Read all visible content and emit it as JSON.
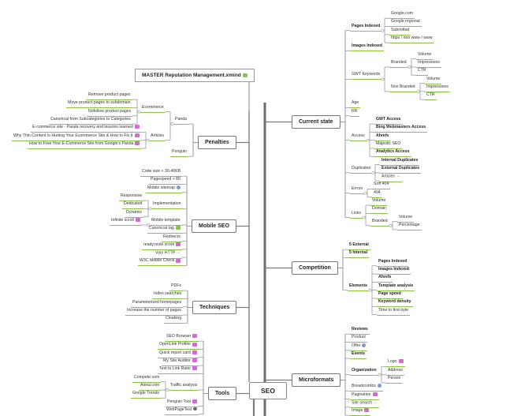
{
  "master": "MASTER Reputation Management.xmind",
  "root": "SEO",
  "left": [
    {
      "title": "Penalties",
      "children": [
        {
          "label": "Panda",
          "children": [
            {
              "label": "Ecommerce",
              "children": [
                {
                  "label": "Remove product pages"
                },
                {
                  "label": "Move product pages to subdomain"
                },
                {
                  "label": "Nofollow product pages"
                },
                {
                  "label": "Canonical from Subcategories to Categories"
                }
              ]
            },
            {
              "label": "Articles",
              "children": [
                {
                  "label": "E-commerce site - Panda recovery and lessons learned",
                  "icon": "attach-icon"
                },
                {
                  "label": "Why Thin Content Is Hurting Your Ecommerce Site & How to Fix It",
                  "icon": "attach-icon"
                },
                {
                  "label": "How to Free Your E-Commerce Site from Google's Panda",
                  "icon": "attach-icon"
                }
              ]
            }
          ]
        },
        {
          "label": "Penguin"
        }
      ]
    },
    {
      "title": "Mobile SEO",
      "children": [
        {
          "label": "Code size < 30-40KB"
        },
        {
          "label": "Pagespeed > 80"
        },
        {
          "label": "Mobile sitemap",
          "icon": "gear-icon"
        },
        {
          "label": "Implementation",
          "children": [
            {
              "label": "Responsive"
            },
            {
              "label": "Dedicated"
            },
            {
              "label": "Dynamic"
            }
          ]
        },
        {
          "label": "Mobile template",
          "children": [
            {
              "label": "Infinite scroll",
              "icon": "attach-icon"
            }
          ]
        },
        {
          "label": "Canonical tag",
          "icon": "note-icon"
        },
        {
          "label": "Redirects"
        },
        {
          "label": "ready.mobi score",
          "icon": "attach-icon"
        },
        {
          "label": "Vary HTTP",
          "icon": "link-icon"
        },
        {
          "label": "W3C Mobile Check",
          "icon": "attach-icon"
        }
      ]
    },
    {
      "title": "Techniques",
      "children": [
        {
          "label": "PDFs"
        },
        {
          "label": "Index searches"
        },
        {
          "label": "Parameterized homepages"
        },
        {
          "label": "Increase the number of pages"
        },
        {
          "label": "Cloaking"
        }
      ]
    },
    {
      "title": "Tools",
      "children": [
        {
          "label": "SEO Browser",
          "icon": "attach-icon"
        },
        {
          "label": "OpenLink Profiler",
          "icon": "attach-icon"
        },
        {
          "label": "Quick report card",
          "icon": "attach-icon"
        },
        {
          "label": "My Site Auditor",
          "icon": "attach-icon"
        },
        {
          "label": "Text to Link Ratio",
          "icon": "attach-icon"
        },
        {
          "label": "Traffic analysis",
          "children": [
            {
              "label": "Compete.com"
            },
            {
              "label": "Alexa.com"
            },
            {
              "label": "Google Trends"
            }
          ]
        },
        {
          "label": "Penguin Tool",
          "icon": "attach-icon"
        },
        {
          "label": "WebPageTest",
          "icon": "camera-icon"
        }
      ]
    }
  ],
  "right": [
    {
      "title": "Current state",
      "children": [
        {
          "label": "Pages Indexed",
          "bold": true,
          "children": [
            {
              "label": "Google.com"
            },
            {
              "label": "Google regional"
            },
            {
              "label": "Submitted"
            },
            {
              "label": "https / non www / www"
            }
          ]
        },
        {
          "label": "Images Indexed",
          "bold": true
        },
        {
          "label": "GWT Keywords",
          "children": [
            {
              "label": "Branded",
              "children": [
                {
                  "label": "Volume"
                },
                {
                  "label": "Impressions"
                },
                {
                  "label": "CTR"
                }
              ]
            },
            {
              "label": "Non Branded",
              "children": [
                {
                  "label": "Volume"
                },
                {
                  "label": "Impressions"
                },
                {
                  "label": "CTR"
                }
              ]
            }
          ]
        },
        {
          "label": "Age"
        },
        {
          "label": "RR"
        },
        {
          "label": "Access",
          "children": [
            {
              "label": "GWT Access",
              "bold": true
            },
            {
              "label": "Bing Webmasters Access",
              "bold": true
            },
            {
              "label": "Ahrefs",
              "bold": true
            },
            {
              "label": "Majestic SEO"
            },
            {
              "label": "Analytics Access",
              "bold": true
            }
          ]
        },
        {
          "label": "Duplicates",
          "children": [
            {
              "label": "Internal Duplicates",
              "bold": true
            },
            {
              "label": "External Duplicates",
              "bold": true
            },
            {
              "label": "Articles",
              "icon": "link-icon"
            }
          ]
        },
        {
          "label": "Errors",
          "children": [
            {
              "label": "Soft 404"
            },
            {
              "label": "404"
            }
          ]
        },
        {
          "label": "Links",
          "children": [
            {
              "label": "Volume"
            },
            {
              "label": "Domain"
            },
            {
              "label": "Branded",
              "children": [
                {
                  "label": "Volume"
                },
                {
                  "label": "Percentage"
                }
              ]
            }
          ]
        }
      ]
    },
    {
      "title": "Competition",
      "children": [
        {
          "label": "5 External",
          "bold": true
        },
        {
          "label": "5 Internal",
          "bold": true
        },
        {
          "label": "Elements",
          "bold": true,
          "children": [
            {
              "label": "Pages Indexed",
              "bold": true
            },
            {
              "label": "Images Indexed",
              "bold": true
            },
            {
              "label": "Ahrefs",
              "bold": true
            },
            {
              "label": "Template analysis",
              "bold": true
            },
            {
              "label": "Page speed",
              "bold": true
            },
            {
              "label": "Keyword density",
              "bold": true
            },
            {
              "label": "Time to first byte"
            }
          ]
        }
      ]
    },
    {
      "title": "Microformats",
      "children": [
        {
          "label": "Reviews",
          "bold": true
        },
        {
          "label": "Product"
        },
        {
          "label": "Offer",
          "icon": "gear-icon"
        },
        {
          "label": "Events",
          "bold": true
        },
        {
          "label": "Organization",
          "bold": true,
          "children": [
            {
              "label": "Logo",
              "icon": "attach-icon"
            },
            {
              "label": "Address"
            },
            {
              "label": "Person"
            }
          ]
        },
        {
          "label": "Breadcrumbs",
          "icon": "gear-icon"
        },
        {
          "label": "Pagination",
          "icon": "attach-icon"
        },
        {
          "label": "Site search",
          "icon": "link-icon"
        },
        {
          "label": "Image",
          "icon": "attach-icon"
        }
      ]
    }
  ]
}
